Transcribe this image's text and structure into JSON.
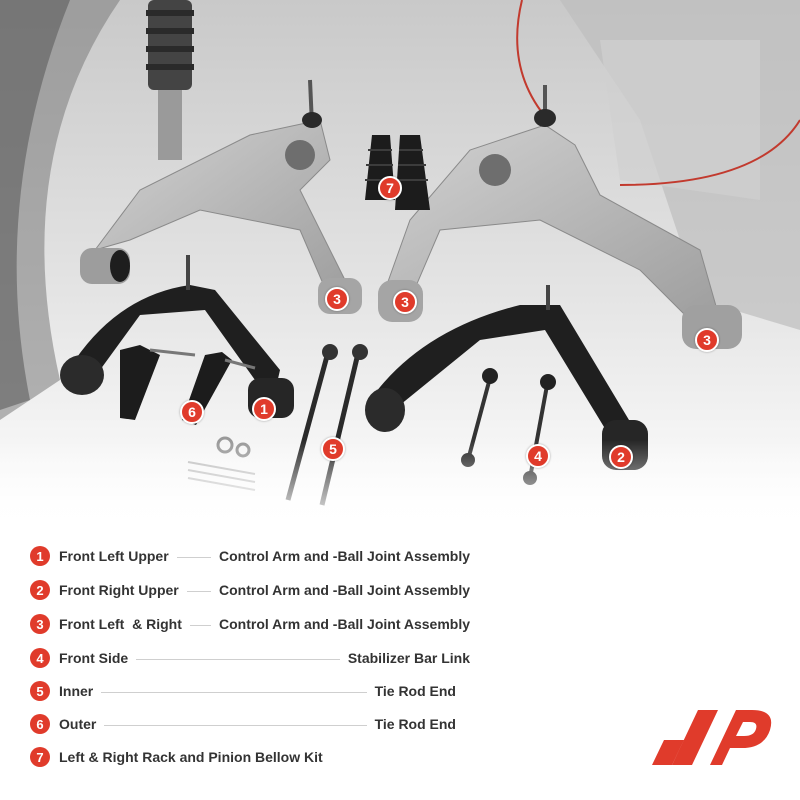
{
  "colors": {
    "accent": "#e03b2b",
    "text": "#333333"
  },
  "badges": [
    {
      "label": "1"
    },
    {
      "label": "2"
    },
    {
      "label": "3"
    },
    {
      "label": "3"
    },
    {
      "label": "3"
    },
    {
      "label": "4"
    },
    {
      "label": "5"
    },
    {
      "label": "6"
    },
    {
      "label": "7"
    }
  ],
  "legend": {
    "items": [
      {
        "num": "1",
        "left": "Front Left Upper",
        "right": "Control Arm and -Ball Joint Assembly"
      },
      {
        "num": "2",
        "left": "Front Right Upper",
        "right": "Control Arm and -Ball Joint Assembly"
      },
      {
        "num": "3",
        "left": "Front Left  & Right",
        "right": "Control Arm and -Ball Joint Assembly"
      },
      {
        "num": "4",
        "left": "Front Side",
        "right": "Stabilizer Bar Link"
      },
      {
        "num": "5",
        "left": "Inner",
        "right": "Tie Rod End"
      },
      {
        "num": "6",
        "left": "Outer",
        "right": "Tie Rod End"
      },
      {
        "num": "7",
        "left": "Left & Right Rack and Pinion Bellow Kit",
        "right": ""
      }
    ]
  },
  "logo": {
    "icon": "brand-logo-icon"
  }
}
